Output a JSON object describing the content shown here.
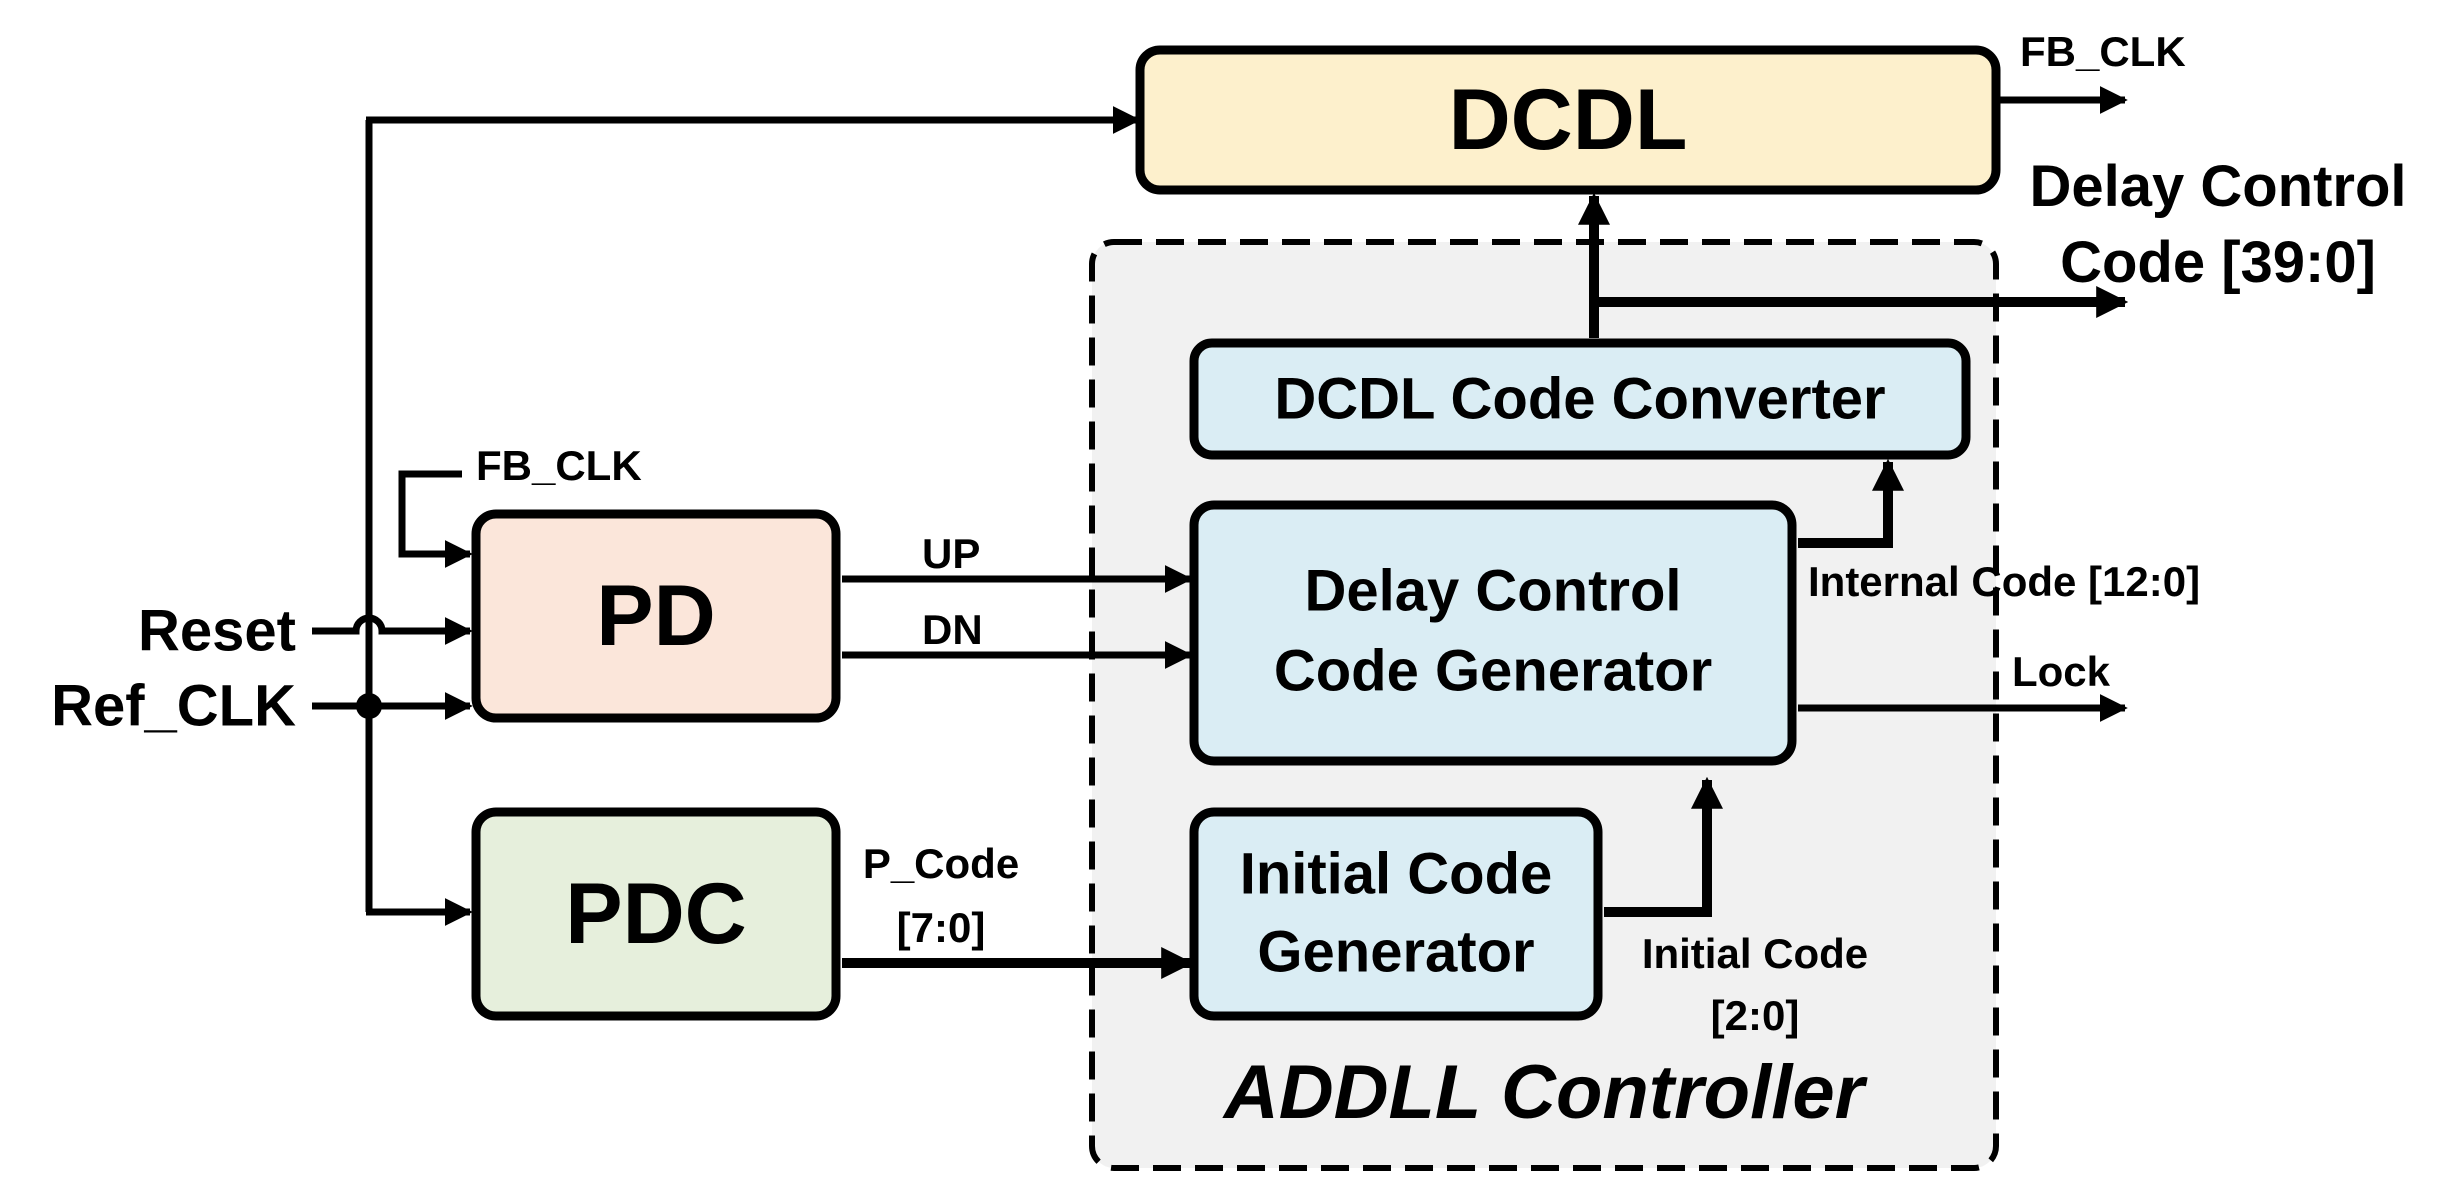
{
  "colors": {
    "dcdl_fill": "#fdf0cc",
    "pd_fill": "#fbe6da",
    "pdc_fill": "#e6efdc",
    "controller_block_fill": "#daedf4",
    "controller_region_fill": "#f1f1f1",
    "line": "#000000"
  },
  "blocks": {
    "dcdl": "DCDL",
    "pd": "PD",
    "pdc": "PDC",
    "code_converter": "DCDL Code Converter",
    "dccg_line1": "Delay Control",
    "dccg_line2": "Code Generator",
    "icg_line1": "Initial Code",
    "icg_line2": "Generator",
    "controller": "ADDLL Controller"
  },
  "inputs": {
    "reset": "Reset",
    "ref_clk": "Ref_CLK",
    "fb_clk_feedback": "FB_CLK"
  },
  "outputs": {
    "fb_clk": "FB_CLK",
    "delay_code_line1": "Delay Control",
    "delay_code_line2": "Code [39:0]",
    "lock": "Lock"
  },
  "signals": {
    "up": "UP",
    "dn": "DN",
    "p_code_line1": "P_Code",
    "p_code_line2": "[7:0]",
    "internal_code": "Internal Code [12:0]",
    "initial_code_line1": "Initial Code",
    "initial_code_line2": "[2:0]"
  }
}
